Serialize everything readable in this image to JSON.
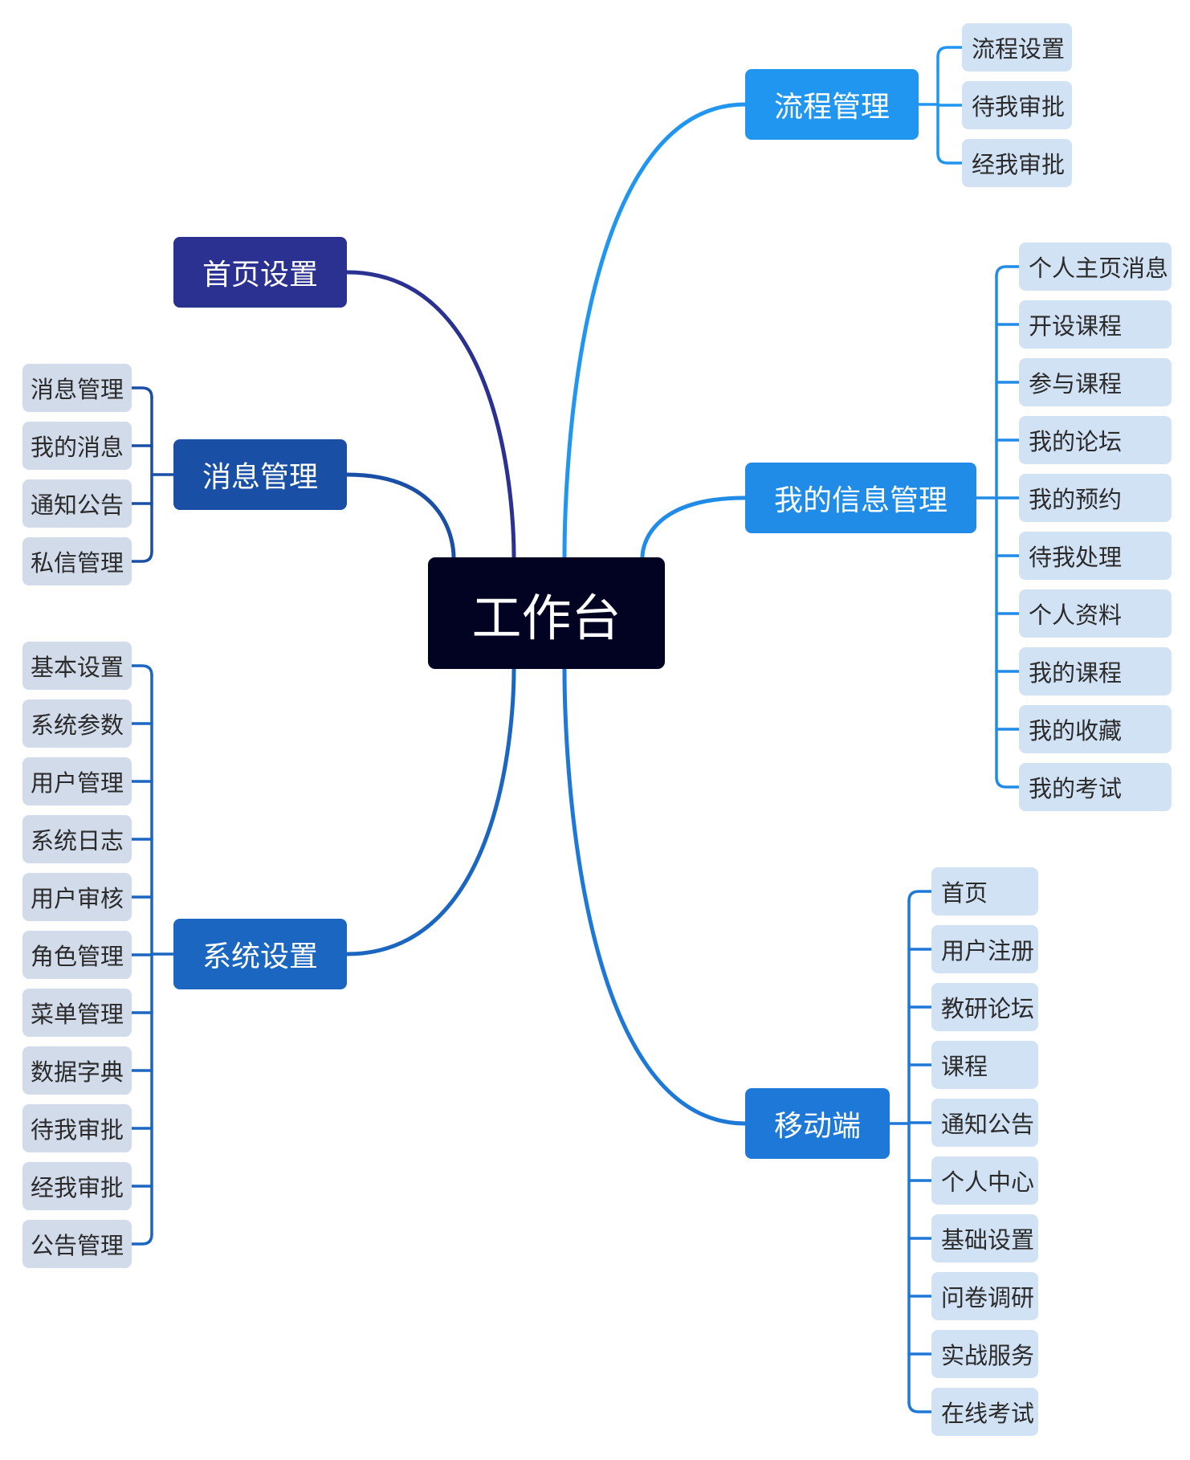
{
  "root": {
    "label": "工作台"
  },
  "colors": {
    "root": "#020322",
    "leaf_bg": "#d2e2f5",
    "leaf_bg_left": "#d2dbea",
    "leaf_text": "#2b2b2b"
  },
  "branches": [
    {
      "id": "workflow",
      "label": "流程管理",
      "side": "right",
      "color": "#2196f0",
      "children": [
        "流程设置",
        "待我审批",
        "经我审批"
      ]
    },
    {
      "id": "my-info",
      "label": "我的信息管理",
      "side": "right",
      "color": "#208ce8",
      "children": [
        "个人主页消息",
        "开设课程",
        "参与课程",
        "我的论坛",
        "我的预约",
        "待我处理",
        "个人资料",
        "我的课程",
        "我的收藏",
        "我的考试"
      ]
    },
    {
      "id": "mobile",
      "label": "移动端",
      "side": "right",
      "color": "#1d78d8",
      "children": [
        "首页",
        "用户注册",
        "教研论坛",
        "课程",
        "通知公告",
        "个人中心",
        "基础设置",
        "问卷调研",
        "实战服务",
        "在线考试"
      ]
    },
    {
      "id": "homepage",
      "label": "首页设置",
      "side": "left",
      "color": "#2a3191",
      "children": []
    },
    {
      "id": "messages",
      "label": "消息管理",
      "side": "left",
      "color": "#1a4fa6",
      "children": [
        "消息管理",
        "我的消息",
        "通知公告",
        "私信管理"
      ]
    },
    {
      "id": "system",
      "label": "系统设置",
      "side": "left",
      "color": "#1a66c0",
      "children": [
        "基本设置",
        "系统参数",
        "用户管理",
        "系统日志",
        "用户审核",
        "角色管理",
        "菜单管理",
        "数据字典",
        "待我审批",
        "经我审批",
        "公告管理"
      ]
    }
  ]
}
